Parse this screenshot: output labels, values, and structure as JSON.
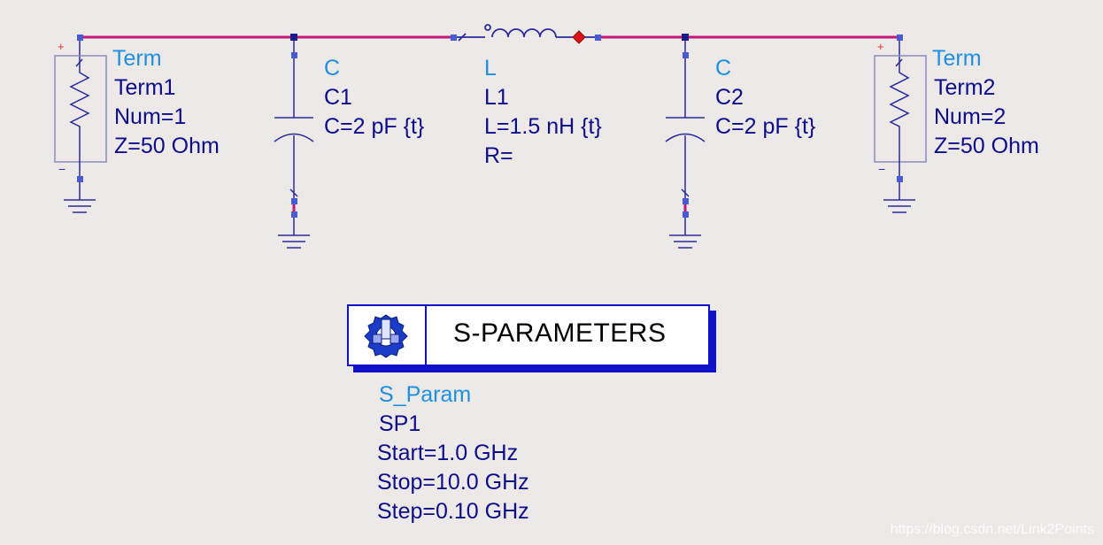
{
  "components": {
    "term1": {
      "type": "Term",
      "name": "Term1",
      "params": [
        "Num=1",
        "Z=50 Ohm"
      ]
    },
    "c1": {
      "type": "C",
      "name": "C1",
      "params": [
        "C=2 pF {t}"
      ]
    },
    "l1": {
      "type": "L",
      "name": "L1",
      "params": [
        "L=1.5 nH {t}",
        "R="
      ]
    },
    "c2": {
      "type": "C",
      "name": "C2",
      "params": [
        "C=2 pF {t}"
      ]
    },
    "term2": {
      "type": "Term",
      "name": "Term2",
      "params": [
        "Num=2",
        "Z=50 Ohm"
      ]
    }
  },
  "simulation": {
    "block_title": "S-PARAMETERS",
    "type": "S_Param",
    "name": "SP1",
    "params": [
      "Start=1.0 GHz",
      "Stop=10.0 GHz",
      "Step=0.10 GHz"
    ]
  },
  "watermark": "https://blog.csdn.net/Link2Points",
  "colors": {
    "background": "#ede9e9",
    "wire": "#c2187a",
    "component": "#2a2a9a",
    "pin": "#4a5ad0",
    "type_label": "#1e8fe0",
    "param_label": "#0c0c8a",
    "block_border": "#1010c8",
    "probe": "#e01010"
  },
  "icons": {
    "simulation": "gear-icon",
    "ground": "ground-icon"
  }
}
